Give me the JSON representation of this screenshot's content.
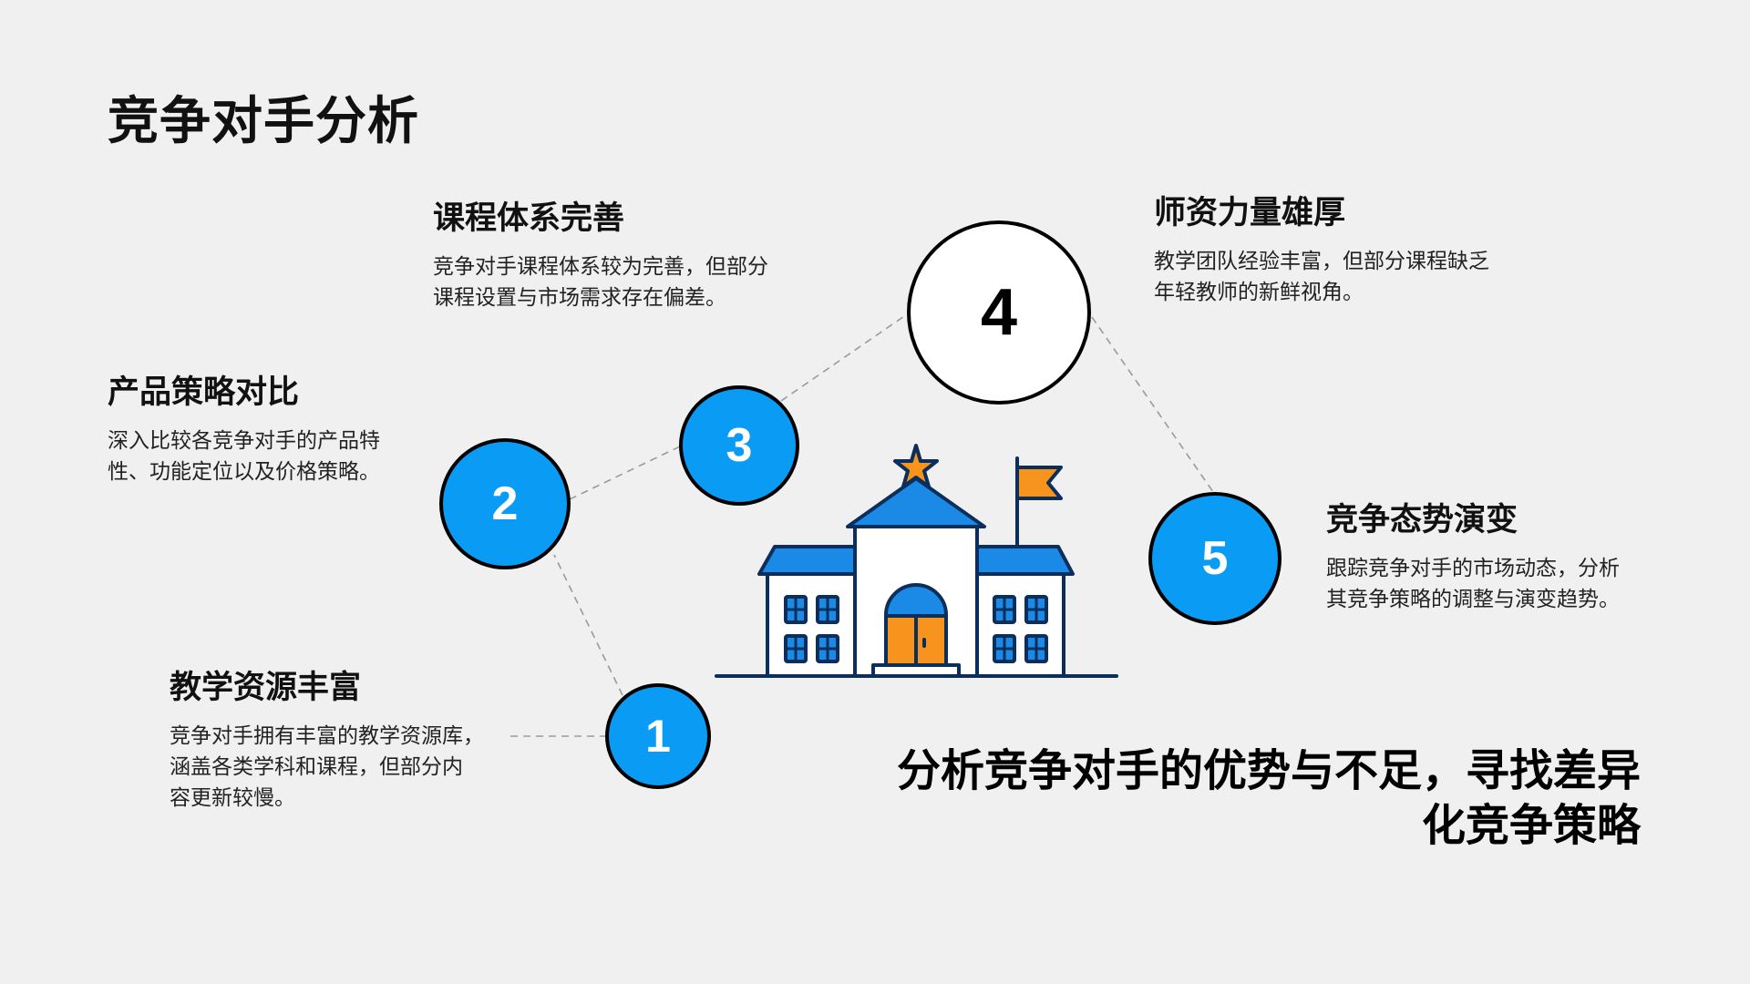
{
  "title": "竞争对手分析",
  "items": [
    {
      "number": "1",
      "heading": "教学资源丰富",
      "description": "竞争对手拥有丰富的教学资源库，涵盖各类学科和课程，但部分内容更新较慢。",
      "lines": [
        "竞争对手拥有丰富的教学资源库，",
        "涵盖各类学科和课程，但部分内",
        "容更新较慢。"
      ]
    },
    {
      "number": "2",
      "heading": "产品策略对比",
      "description": "深入比较各竞争对手的产品特性、功能定位以及价格策略。",
      "lines": [
        "深入比较各竞争对手的产品特",
        "性、功能定位以及价格策略。"
      ]
    },
    {
      "number": "3",
      "heading": "课程体系完善",
      "description": "竞争对手课程体系较为完善，但部分课程设置与市场需求存在偏差。",
      "lines": [
        "竞争对手课程体系较为完善，但部分",
        "课程设置与市场需求存在偏差。"
      ]
    },
    {
      "number": "4",
      "heading": "师资力量雄厚",
      "description": "教学团队经验丰富，但部分课程缺乏年轻教师的新鲜视角。",
      "lines": [
        "教学团队经验丰富，但部分课程缺乏",
        "年轻教师的新鲜视角。"
      ]
    },
    {
      "number": "5",
      "heading": "竞争态势演变",
      "description": "跟踪竞争对手的市场动态，分析其竞争策略的调整与演变趋势。",
      "lines": [
        "跟踪竞争对手的市场动态，分析",
        "其竞争策略的调整与演变趋势。"
      ]
    }
  ],
  "statement": {
    "lines": [
      "分析竞争对手的优势与不足，寻找差异",
      "化竞争策略"
    ]
  },
  "illustration": "school-building-icon",
  "colors": {
    "background": "#f0f0f0",
    "node_blue": "#0a9bf5",
    "node_highlight": "#ffffff",
    "outline_navy": "#0b2e5a",
    "roof_blue": "#1b8ae6",
    "accent_orange": "#f7941d",
    "connector_gray": "#9a9a9a"
  }
}
